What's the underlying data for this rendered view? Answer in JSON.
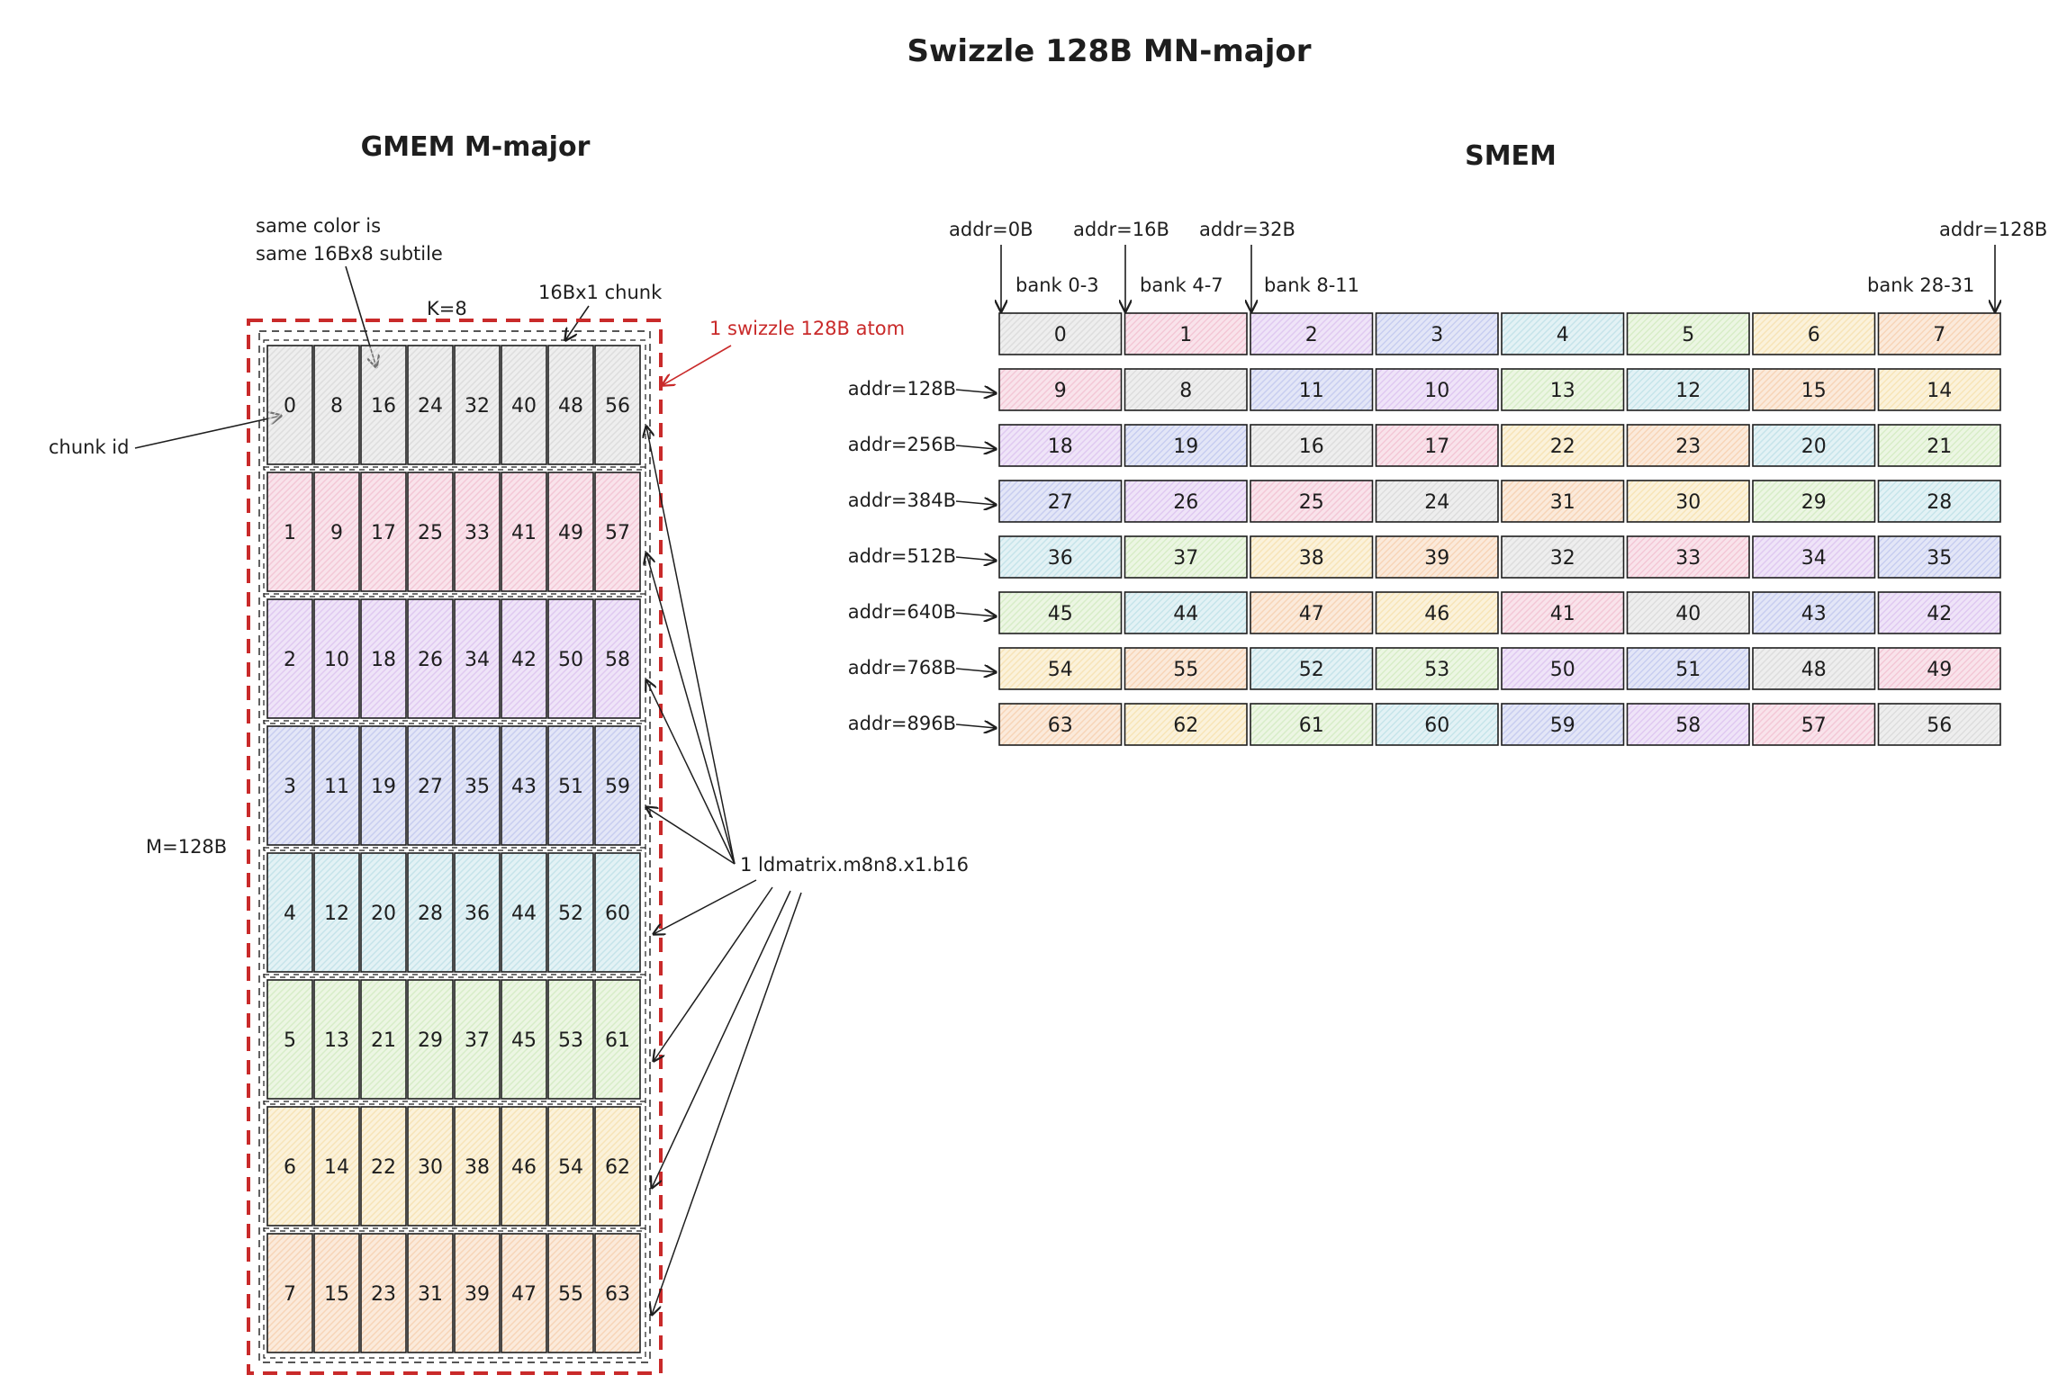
{
  "title": "Swizzle 128B MN-major",
  "gmem": {
    "title": "GMEM M-major",
    "k_label": "K=8",
    "m_label": "M=128B",
    "note_line1": "same color is",
    "note_line2": "same 16Bx8 subtile",
    "chunk_label": "16Bx1 chunk",
    "chunk_id_label": "chunk id",
    "atom_label": "1 swizzle 128B atom",
    "ldmatrix_label": "1 ldmatrix.m8n8.x1.b16",
    "grid": [
      [
        0,
        8,
        16,
        24,
        32,
        40,
        48,
        56
      ],
      [
        1,
        9,
        17,
        25,
        33,
        41,
        49,
        57
      ],
      [
        2,
        10,
        18,
        26,
        34,
        42,
        50,
        58
      ],
      [
        3,
        11,
        19,
        27,
        35,
        43,
        51,
        59
      ],
      [
        4,
        12,
        20,
        28,
        36,
        44,
        52,
        60
      ],
      [
        5,
        13,
        21,
        29,
        37,
        45,
        53,
        61
      ],
      [
        6,
        14,
        22,
        30,
        38,
        46,
        54,
        62
      ],
      [
        7,
        15,
        23,
        31,
        39,
        47,
        55,
        63
      ]
    ]
  },
  "smem": {
    "title": "SMEM",
    "top_addrs": [
      "addr=0B",
      "addr=16B",
      "addr=32B",
      "addr=128B"
    ],
    "banks": [
      "bank 0-3",
      "bank 4-7",
      "bank 8-11",
      "bank 28-31"
    ],
    "row_addrs": [
      "addr=128B",
      "addr=256B",
      "addr=384B",
      "addr=512B",
      "addr=640B",
      "addr=768B",
      "addr=896B"
    ],
    "grid": [
      [
        0,
        1,
        2,
        3,
        4,
        5,
        6,
        7
      ],
      [
        9,
        8,
        11,
        10,
        13,
        12,
        15,
        14
      ],
      [
        18,
        19,
        16,
        17,
        22,
        23,
        20,
        21
      ],
      [
        27,
        26,
        25,
        24,
        31,
        30,
        29,
        28
      ],
      [
        36,
        37,
        38,
        39,
        32,
        33,
        34,
        35
      ],
      [
        45,
        44,
        47,
        46,
        41,
        40,
        43,
        42
      ],
      [
        54,
        55,
        52,
        53,
        50,
        51,
        48,
        49
      ],
      [
        63,
        62,
        61,
        60,
        59,
        58,
        57,
        56
      ]
    ]
  },
  "colors": {
    "subtile": [
      "#d9d9d9",
      "#f2c2d2",
      "#dcc4f0",
      "#c2c8ee",
      "#c0e2e8",
      "#d4ebc2",
      "#f6e2b0",
      "#f6d0b0"
    ],
    "atom_border": "#c92a2a",
    "ink": "#1e1e1e"
  }
}
